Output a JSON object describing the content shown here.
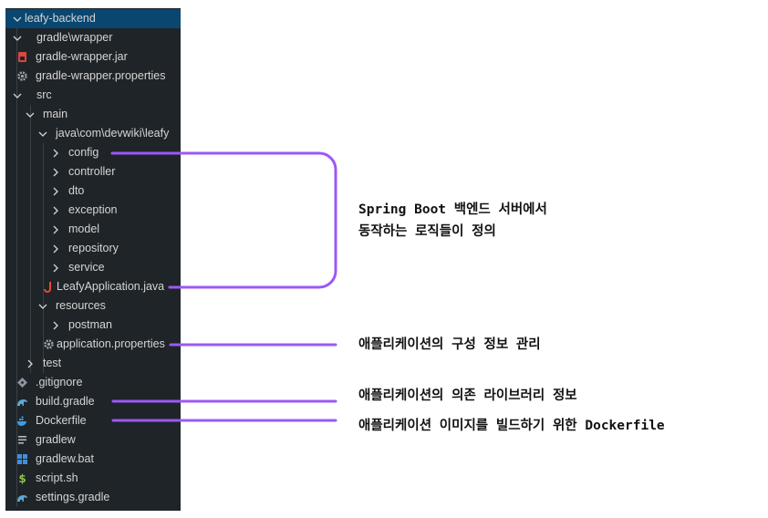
{
  "explorer": {
    "root": "leafy-backend",
    "items": [
      {
        "label": "gradle\\wrapper",
        "depth": 1,
        "kind": "folder-open",
        "icon": "chevron-down-icon"
      },
      {
        "label": "gradle-wrapper.jar",
        "depth": 1,
        "kind": "file",
        "icon": "jar-file-icon"
      },
      {
        "label": "gradle-wrapper.properties",
        "depth": 1,
        "kind": "file",
        "icon": "gear-icon"
      },
      {
        "label": "src",
        "depth": 1,
        "kind": "folder-open",
        "icon": "chevron-down-icon"
      },
      {
        "label": "main",
        "depth": 2,
        "kind": "folder-open",
        "icon": "chevron-down-icon"
      },
      {
        "label": "java\\com\\devwiki\\leafy",
        "depth": 3,
        "kind": "folder-open",
        "icon": "chevron-down-icon"
      },
      {
        "label": "config",
        "depth": 4,
        "kind": "folder-closed",
        "icon": "chevron-right-icon"
      },
      {
        "label": "controller",
        "depth": 4,
        "kind": "folder-closed",
        "icon": "chevron-right-icon"
      },
      {
        "label": "dto",
        "depth": 4,
        "kind": "folder-closed",
        "icon": "chevron-right-icon"
      },
      {
        "label": "exception",
        "depth": 4,
        "kind": "folder-closed",
        "icon": "chevron-right-icon"
      },
      {
        "label": "model",
        "depth": 4,
        "kind": "folder-closed",
        "icon": "chevron-right-icon"
      },
      {
        "label": "repository",
        "depth": 4,
        "kind": "folder-closed",
        "icon": "chevron-right-icon"
      },
      {
        "label": "service",
        "depth": 4,
        "kind": "folder-closed",
        "icon": "chevron-right-icon"
      },
      {
        "label": "LeafyApplication.java",
        "depth": 4,
        "kind": "file",
        "icon": "java-file-icon"
      },
      {
        "label": "resources",
        "depth": 3,
        "kind": "folder-open",
        "icon": "chevron-down-icon"
      },
      {
        "label": "postman",
        "depth": 4,
        "kind": "folder-closed",
        "icon": "chevron-right-icon"
      },
      {
        "label": "application.properties",
        "depth": 4,
        "kind": "file",
        "icon": "gear-icon"
      },
      {
        "label": "test",
        "depth": 2,
        "kind": "folder-closed",
        "icon": "chevron-right-icon"
      },
      {
        "label": ".gitignore",
        "depth": 1,
        "kind": "file",
        "icon": "gitignore-icon"
      },
      {
        "label": "build.gradle",
        "depth": 1,
        "kind": "file",
        "icon": "gradle-elephant-icon"
      },
      {
        "label": "Dockerfile",
        "depth": 1,
        "kind": "file",
        "icon": "docker-whale-icon"
      },
      {
        "label": "gradlew",
        "depth": 1,
        "kind": "file",
        "icon": "text-file-icon"
      },
      {
        "label": "gradlew.bat",
        "depth": 1,
        "kind": "file",
        "icon": "windows-icon"
      },
      {
        "label": "script.sh",
        "depth": 1,
        "kind": "file",
        "icon": "dollar-icon"
      },
      {
        "label": "settings.gradle",
        "depth": 1,
        "kind": "file",
        "icon": "gradle-elephant-icon"
      }
    ]
  },
  "annotations": {
    "logic": {
      "line1": "Spring Boot 백엔드 서버에서",
      "line2": "동작하는 로직들이 정의"
    },
    "properties": "애플리케이션의 구성 정보 관리",
    "gradle": "애플리케이션의 의존 라이브러리 정보",
    "docker": "애플리케이션 이미지를 빌드하기 위한 Dockerfile"
  },
  "colors": {
    "sidebar_bg": "#1f2428",
    "selected_row": "#094771",
    "text": "#d4d4d4",
    "annotation_line": "#9b59f5",
    "java_icon": "#e8483e",
    "jar_icon": "#e0443e",
    "gradle_icon": "#5fa8d3",
    "docker_icon": "#3b9ee3",
    "windows_icon": "#3f8fe0",
    "shell_icon": "#8bc34a"
  }
}
